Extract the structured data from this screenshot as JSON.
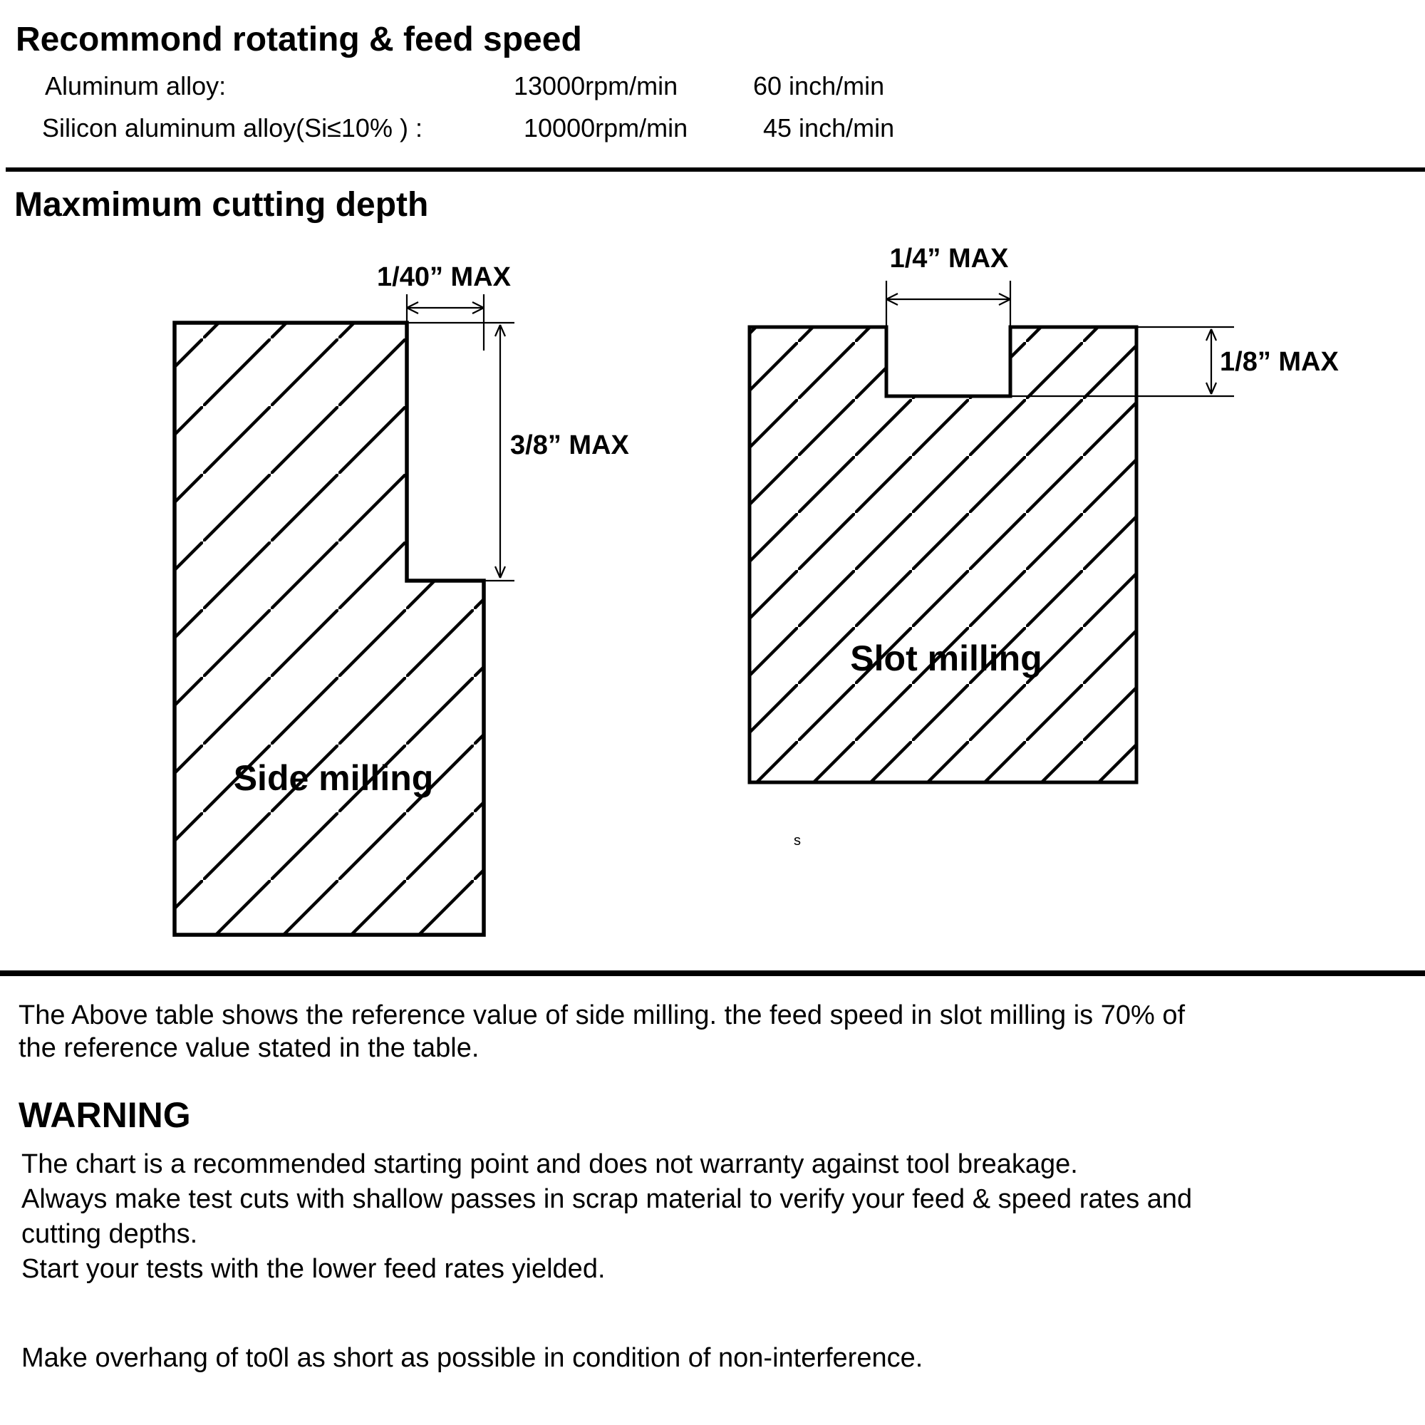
{
  "header": {
    "title": "Recommond rotating & feed speed",
    "rows": [
      {
        "label": "Aluminum alloy:",
        "rpm": "13000rpm/min",
        "feed": "60 inch/min"
      },
      {
        "label": "Silicon aluminum alloy(Si≤10% ) :",
        "rpm": "10000rpm/min",
        "feed": "45 inch/min"
      }
    ]
  },
  "cutting_depth": {
    "heading": "Maxmimum cutting depth",
    "side_milling": {
      "label": "Side milling",
      "width_dim": "1/40”  MAX",
      "depth_dim": "3/8”  MAX"
    },
    "slot_milling": {
      "label": "Slot milling",
      "width_dim": "1/4”  MAX",
      "depth_dim": "1/8”  MAX",
      "stray_mark": "s"
    }
  },
  "notes": {
    "reference_line1": "The Above table shows the reference value of side milling. the feed speed in slot milling is 70% of",
    "reference_line2": "the reference value stated in the table.",
    "warning_heading": "WARNING",
    "warning_lines": [
      "The chart is a recommended starting point and does not warranty against tool breakage.",
      "Always make test cuts with shallow passes in scrap material to verify your feed & speed rates and",
      "cutting depths.",
      "Start your tests with the lower feed rates yielded."
    ],
    "overhang_note": "Make overhang of to0l as short as possible in condition of non-interference."
  },
  "colors": {
    "ink": "#000000",
    "paper": "#ffffff"
  }
}
